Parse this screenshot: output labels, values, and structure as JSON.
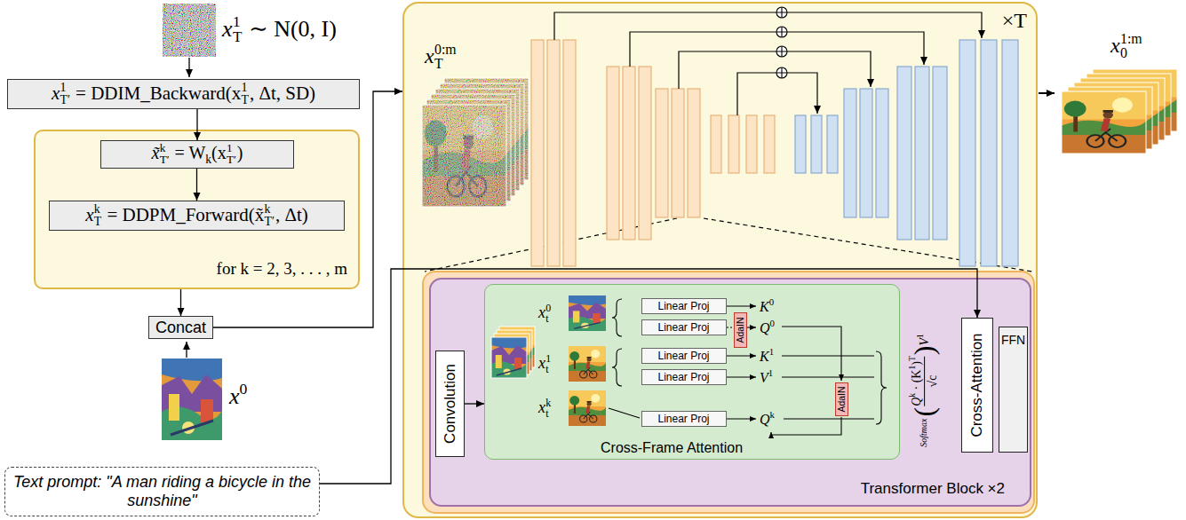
{
  "diagram": {
    "nodes": [
      {
        "text": [
          "x",
          "1",
          "T′",
          " = DDIM_Backward(x",
          "1",
          "T",
          ", Δt, SD)"
        ]
      },
      {
        "text": [
          "for k = 2, 3, . . . , m"
        ]
      },
      {
        "text": [
          "x̃",
          "k",
          "T′",
          " = W",
          "k",
          "(x",
          "1",
          "T′",
          ")"
        ],
        "in": 1
      },
      {
        "text": [
          "x",
          "k",
          "T",
          " = DDPM_Forward(x̃",
          "k",
          "T′",
          ", Δt)"
        ],
        "in": 1
      },
      {
        "text": [
          "Concat"
        ]
      },
      {
        "text": [
          "Text prompt: \"A man riding a bicycle in the sunshine\""
        ]
      },
      {
        "text": [
          "×T"
        ]
      },
      {
        "text": [
          "Transformer Block ×2"
        ],
        "in": 6
      },
      {
        "text": [
          "Convolution"
        ],
        "in": 7
      },
      {
        "text": [
          "Cross-Frame Attention"
        ],
        "in": 7
      },
      {
        "text": [
          "Linear Proj"
        ],
        "in": 9
      },
      {
        "text": [
          "Linear Proj"
        ],
        "in": 9
      },
      {
        "text": [
          "Linear Proj"
        ],
        "in": 9
      },
      {
        "text": [
          "Linear Proj"
        ],
        "in": 9
      },
      {
        "text": [
          "Linear Proj"
        ],
        "in": 9
      },
      {
        "text": [
          "AdaIN"
        ],
        "in": 9
      },
      {
        "text": [
          "AdaIN"
        ],
        "in": 9
      },
      {
        "text": [
          "Cross-Attention"
        ],
        "in": 7
      },
      {
        "text": [
          "FFN"
        ],
        "in": 7
      }
    ],
    "edges": [
      {
        "from": 0,
        "to": 2,
        "arrow": "to"
      },
      {
        "from": 2,
        "to": 3,
        "arrow": "to"
      },
      {
        "from": 1,
        "to": 4,
        "arrow": "to"
      },
      {
        "from": 4,
        "to": 6,
        "arrow": "to"
      },
      {
        "from": 5,
        "to": 17,
        "arrow": "to"
      },
      {
        "from": 8,
        "to": 9,
        "arrow": "to"
      }
    ],
    "labels": [
      "x",
      "1",
      "T",
      " ∼ N(0, I)",
      "x",
      "0",
      "x",
      "0:m",
      "T",
      "x",
      "1:m",
      "0",
      "x",
      "0",
      "t",
      "x",
      "1",
      "t",
      "x",
      "k",
      "t",
      "K",
      "0",
      "Q",
      "0",
      "K",
      "1",
      "V",
      "1",
      "Q",
      "k",
      "Softmax",
      "(",
      "Q",
      "k",
      " · (K",
      "1",
      ")",
      "T",
      "√c",
      ")",
      "V",
      "1"
    ]
  }
}
